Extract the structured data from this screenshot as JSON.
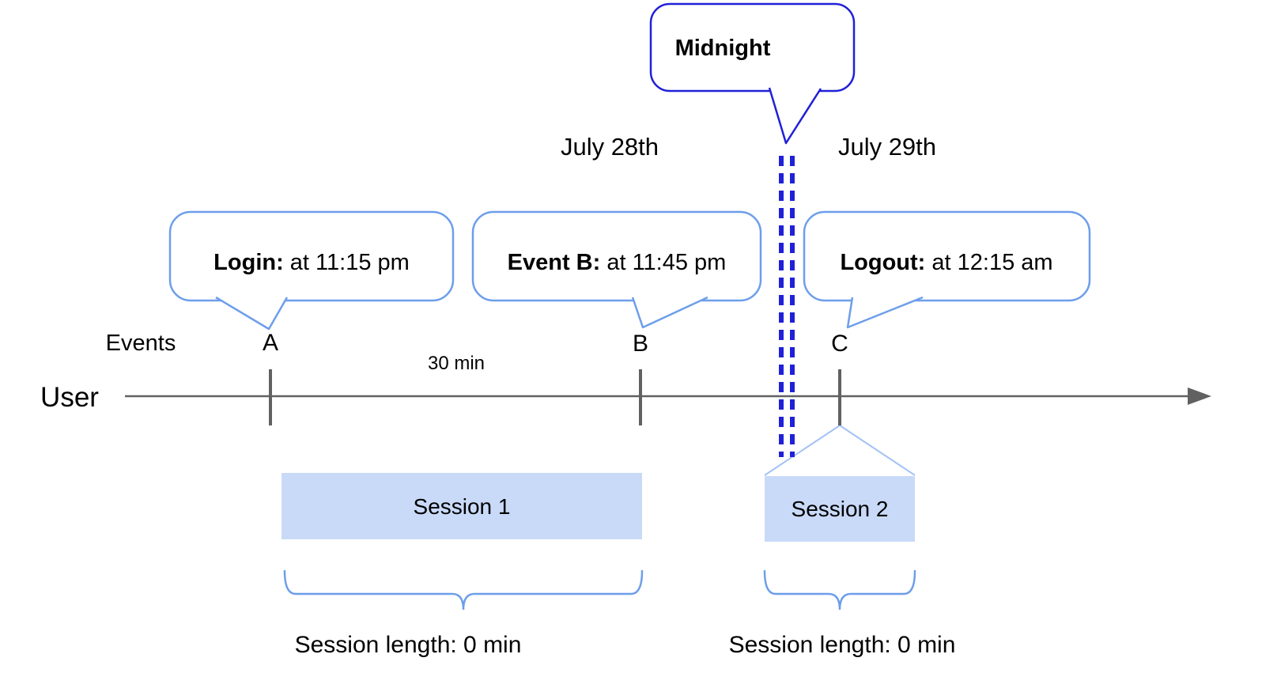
{
  "diagram": {
    "midnight_callout": {
      "label": "Midnight"
    },
    "dates": {
      "left": "July 28th",
      "right": "July 29th"
    },
    "callouts": {
      "login": {
        "label": "Login:",
        "value": " at 11:15 pm"
      },
      "event_b": {
        "label": "Event B:",
        "value": " at 11:45 pm"
      },
      "logout": {
        "label": "Logout:",
        "value": " at 12:15 am"
      }
    },
    "axis": {
      "events_row_label": "Events",
      "user_row_label": "User",
      "interval_label": "30 min",
      "event_a": "A",
      "event_b": "B",
      "event_c": "C"
    },
    "sessions": {
      "session1": {
        "label": "Session 1",
        "length_label": "Session length: 0 min"
      },
      "session2": {
        "label": "Session 2",
        "length_label": "Session length: 0 min"
      }
    },
    "colors": {
      "strong_blue": "#2020d8",
      "cornflower_blue": "#6d9eeb",
      "session_fill": "#c9daf8",
      "pale_blue_connector": "#a4c2f4",
      "axis_gray": "#616161",
      "text_black": "#000000",
      "background": "#ffffff"
    }
  }
}
